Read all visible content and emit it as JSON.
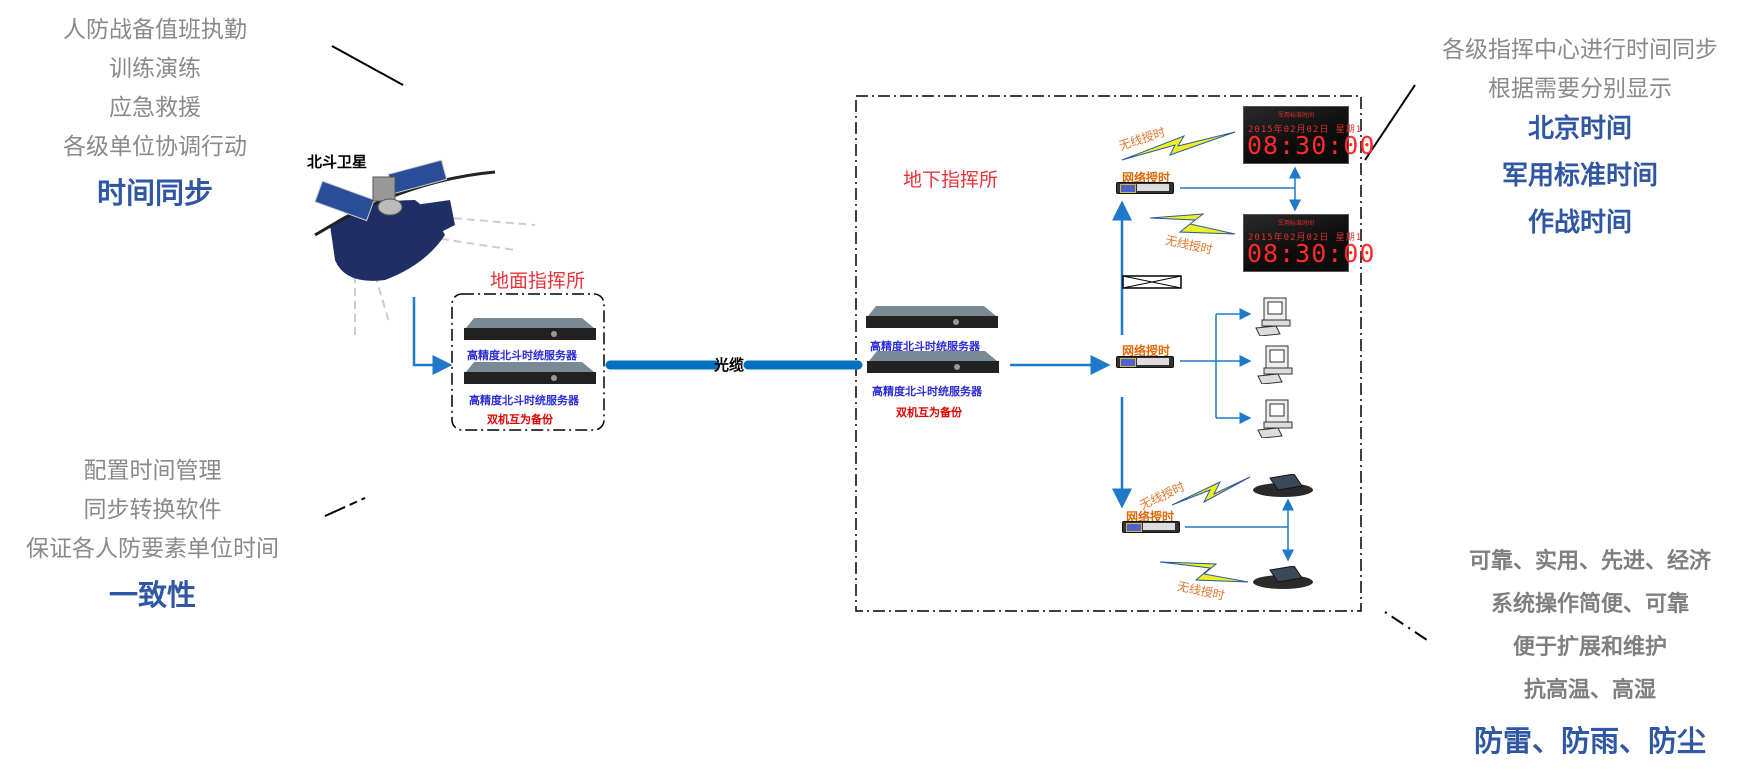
{
  "left_top": {
    "lines": [
      "人防战备值班执勤",
      "训练演练",
      "应急救援",
      "各级单位协调行动"
    ],
    "highlight": "时间同步"
  },
  "left_bottom": {
    "lines": [
      "配置时间管理",
      "同步转换软件",
      "保证各人防要素单位时间"
    ],
    "highlight": "一致性"
  },
  "right_top": {
    "lines": [
      "各级指挥中心进行时间同步",
      "根据需要分别显示"
    ],
    "highlights": [
      "北京时间",
      "军用标准时间",
      "作战时间"
    ]
  },
  "right_bottom": {
    "lines": [
      "可靠、实用、先进、经济",
      "系统操作简便、可靠",
      "便于扩展和维护",
      "抗高温、高湿"
    ],
    "highlight": "防雷、防雨、防尘"
  },
  "diagram": {
    "satellite_label": "北斗卫星",
    "ground_station": {
      "title": "地面指挥所",
      "servers": [
        "高精度北斗时统服务器",
        "高精度北斗时统服务器"
      ],
      "backup_note": "双机互为备份"
    },
    "cable_label": "光缆",
    "underground_station": {
      "title": "地下指挥所",
      "servers": [
        "高精度北斗时统服务器",
        "高精度北斗时统服务器"
      ],
      "backup_note": "双机互为备份"
    },
    "network_timing_label": "网络授时",
    "wireless_timing_label": "无线授时",
    "clock": {
      "title": "军用标准时间",
      "date": "2015年02月02日 星期1",
      "time": "08:30:00"
    },
    "colors": {
      "link_blue": "#1f78c8",
      "cable_blue": "#0070c0",
      "highlight_blue": "#2f57a4",
      "station_red": "#e8343a"
    }
  }
}
